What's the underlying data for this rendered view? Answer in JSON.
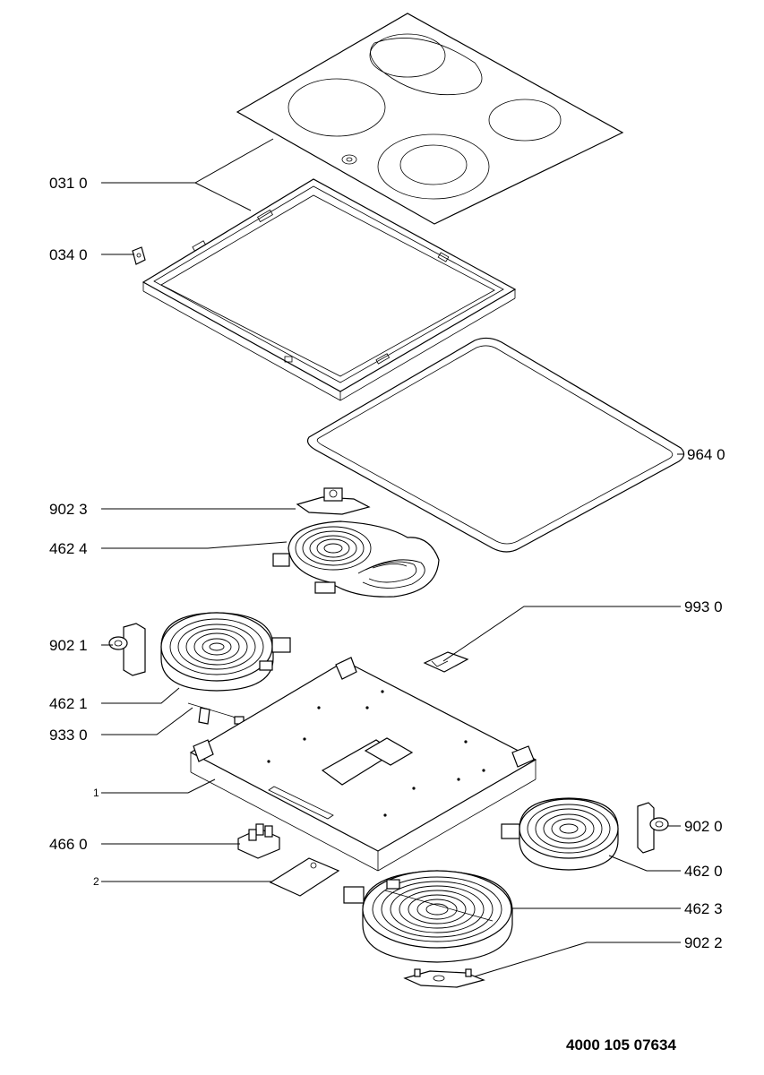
{
  "labels": {
    "l0310": "031 0",
    "l0340": "034 0",
    "l9640": "964 0",
    "l9023": "902 3",
    "l4624": "462 4",
    "l9930": "993 0",
    "l9021": "902 1",
    "l4621": "462 1",
    "l9330": "933 0",
    "l1": "1",
    "l9020": "902 0",
    "l4660": "466 0",
    "l4620": "462 0",
    "l2": "2",
    "l4623": "462 3",
    "l9022": "902 2"
  },
  "document_number": "4000 105 07634"
}
